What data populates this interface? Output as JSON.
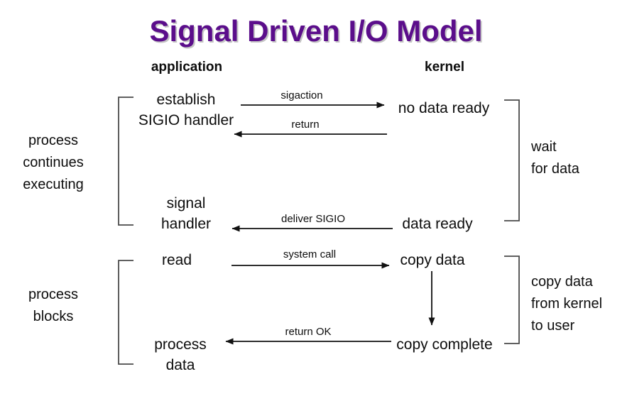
{
  "title": "Signal Driven I/O Model",
  "title_color": "#5B0E8B",
  "columns": {
    "application": "application",
    "kernel": "kernel"
  },
  "left_labels": [
    {
      "id": "process-continues-executing",
      "lines": [
        "process",
        "continues",
        "executing"
      ]
    },
    {
      "id": "process-blocks",
      "lines": [
        "process",
        "blocks"
      ]
    }
  ],
  "right_labels": [
    {
      "id": "wait-for-data",
      "lines": [
        "wait",
        "for data"
      ]
    },
    {
      "id": "copy-data-from-kernel-to-user",
      "lines": [
        "copy data",
        "from kernel",
        "to user"
      ]
    }
  ],
  "app_nodes": [
    {
      "id": "establish-sigio-handler",
      "lines": [
        "establish",
        "SIGIO handler"
      ]
    },
    {
      "id": "signal-handler",
      "lines": [
        "signal",
        "handler"
      ]
    },
    {
      "id": "read",
      "lines": [
        "read"
      ]
    },
    {
      "id": "process-data",
      "lines": [
        "process",
        "data"
      ]
    }
  ],
  "kernel_nodes": [
    {
      "id": "no-data-ready",
      "lines": [
        "no data ready"
      ]
    },
    {
      "id": "data-ready",
      "lines": [
        "data ready"
      ]
    },
    {
      "id": "copy-data",
      "lines": [
        "copy data"
      ]
    },
    {
      "id": "copy-complete",
      "lines": [
        "copy complete"
      ]
    }
  ],
  "arrows": [
    {
      "id": "sigaction",
      "label": "sigaction",
      "direction": "right"
    },
    {
      "id": "return",
      "label": "return",
      "direction": "left"
    },
    {
      "id": "deliver-sigio",
      "label": "deliver SIGIO",
      "direction": "left"
    },
    {
      "id": "system-call",
      "label": "system call",
      "direction": "right"
    },
    {
      "id": "copy-transfer",
      "label": "",
      "direction": "down"
    },
    {
      "id": "return-ok",
      "label": "return OK",
      "direction": "left"
    }
  ]
}
